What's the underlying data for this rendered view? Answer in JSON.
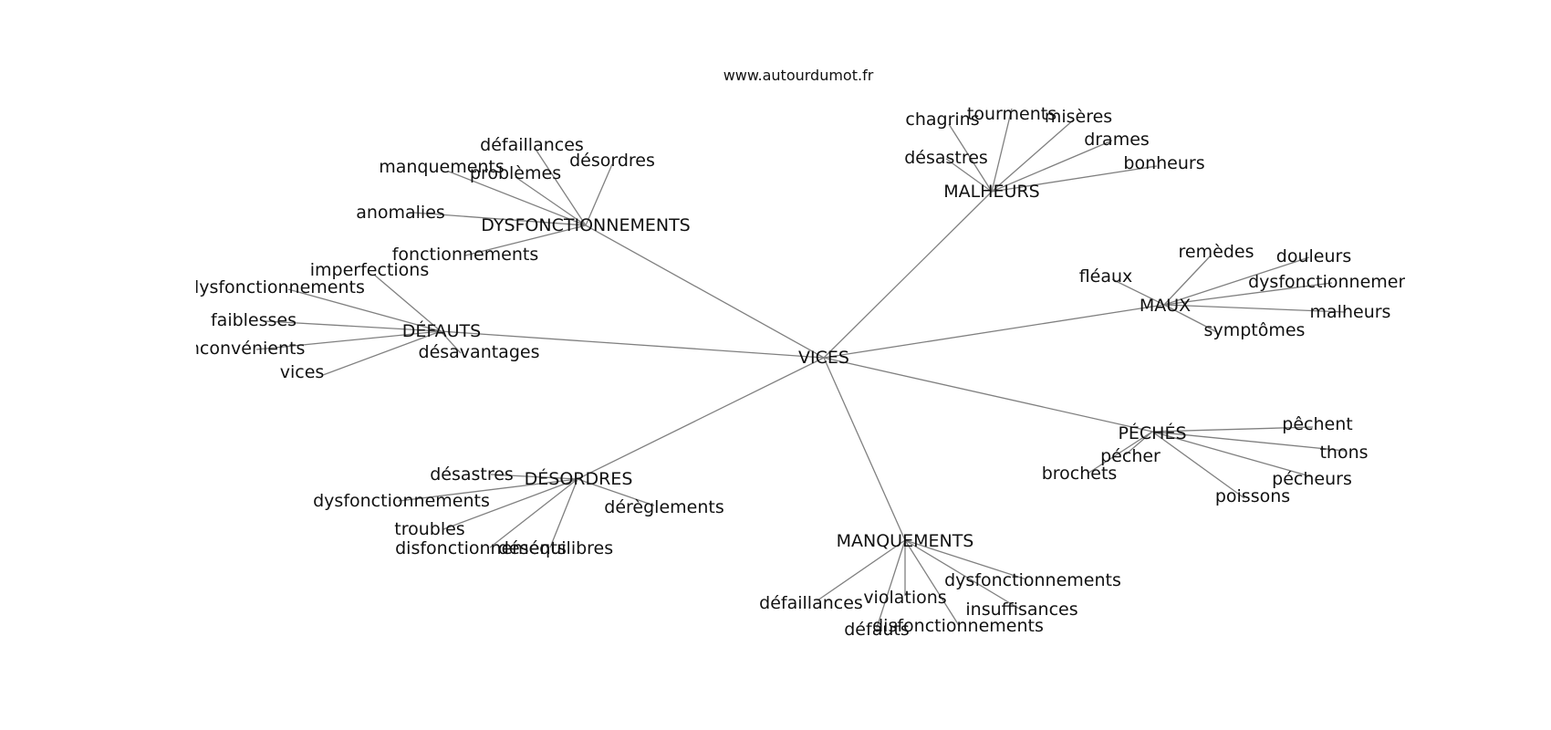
{
  "header": {
    "site": "www.autourdumot.fr"
  },
  "graph": {
    "center": "VICES",
    "clusters": [
      {
        "hub": "DYSFONCTIONNEMENTS",
        "leaves": [
          "défaillances",
          "désordres",
          "manquements",
          "problèmes",
          "anomalies",
          "fonctionnements"
        ]
      },
      {
        "hub": "MALHEURS",
        "leaves": [
          "chagrins",
          "tourments",
          "misères",
          "drames",
          "désastres",
          "bonheurs"
        ]
      },
      {
        "hub": "DÉFAUTS",
        "leaves": [
          "imperfections",
          "dysfonctionnements",
          "faiblesses",
          "inconvénients",
          "vices",
          "désavantages"
        ]
      },
      {
        "hub": "MAUX",
        "leaves": [
          "remèdes",
          "douleurs",
          "fléaux",
          "dysfonctionnements",
          "malheurs",
          "symptômes"
        ]
      },
      {
        "hub": "PÉCHÉS",
        "leaves": [
          "pêchent",
          "pécher",
          "thons",
          "brochets",
          "pécheurs",
          "poissons"
        ]
      },
      {
        "hub": "DÉSORDRES",
        "leaves": [
          "désastres",
          "dysfonctionnements",
          "dérèglements",
          "troubles",
          "disfonctionnements",
          "déséquilibres"
        ]
      },
      {
        "hub": "MANQUEMENTS",
        "leaves": [
          "dysfonctionnements",
          "défaillances",
          "violations",
          "insuffisances",
          "défauts",
          "disfonctionnements"
        ]
      }
    ]
  }
}
